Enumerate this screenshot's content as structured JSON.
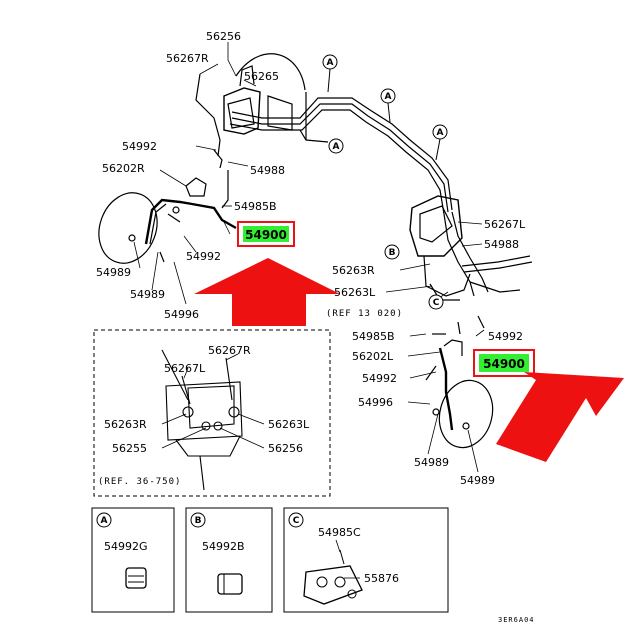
{
  "colors": {
    "highlight_fill": "#33ee33",
    "highlight_border": "#ee1111",
    "arrow": "#ee1111",
    "line": "#000000"
  },
  "callouts": {
    "a": "A",
    "b": "B",
    "c": "C"
  },
  "parts": {
    "p56256_top": "56256",
    "p56267R_top": "56267R",
    "p56265": "56265",
    "p54992_top": "54992",
    "p54988_top": "54988",
    "p56202R": "56202R",
    "p54985B_left": "54985B",
    "p54900_left": "54900",
    "p54992_left2": "54992",
    "p54989_left": "54989",
    "p54989_left2": "54989",
    "p54996_left": "54996",
    "p56267L_right": "56267L",
    "p54988_right": "54988",
    "p56263R_mid": "56263R",
    "p56263L_mid": "56263L",
    "ref_13_020": "(REF 13 020)",
    "p54985B_right": "54985B",
    "p54992_right": "54992",
    "p56202L": "56202L",
    "p54992_right2": "54992",
    "p54900_right": "54900",
    "p54996_right": "54996",
    "p54989_right": "54989",
    "p54989_right2": "54989",
    "box_56267R": "56267R",
    "box_56267L": "56267L",
    "box_56263R": "56263R",
    "box_56263L": "56263L",
    "box_56255": "56255",
    "box_56256": "56256",
    "ref_36_750": "(REF. 36-750)",
    "legend_a_part": "54992G",
    "legend_b_part": "54992B",
    "legend_c_part1": "54985C",
    "legend_c_part2": "55876",
    "drawing_code": "3ER6A04"
  }
}
